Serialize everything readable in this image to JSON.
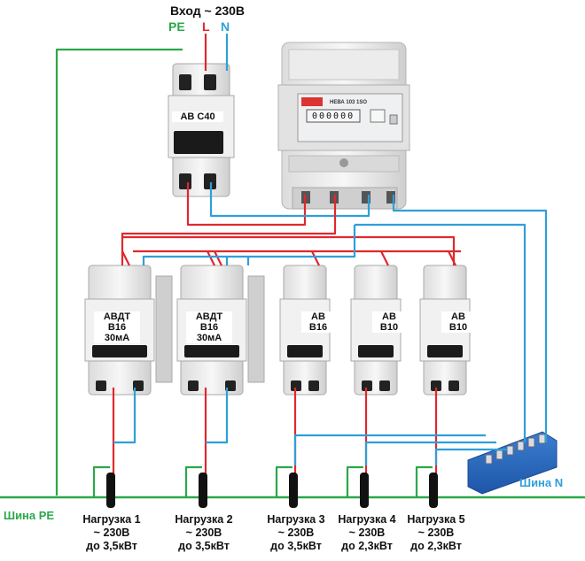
{
  "header": {
    "title": "Вход ~ 230В",
    "pe": "PE",
    "l": "L",
    "n": "N"
  },
  "main_breaker": {
    "label": "АВ С40"
  },
  "meter": {
    "brand": "НЕВА 103 1SO",
    "reading": "000000"
  },
  "breakers": [
    {
      "line1": "АВДТ",
      "line2": "В16",
      "line3": "30мА"
    },
    {
      "line1": "АВДТ",
      "line2": "В16",
      "line3": "30мА"
    },
    {
      "line1": "АВ",
      "line2": "В16",
      "line3": ""
    },
    {
      "line1": "АВ",
      "line2": "В10",
      "line3": ""
    },
    {
      "line1": "АВ",
      "line2": "В10",
      "line3": ""
    }
  ],
  "loads": [
    {
      "name": "Нагрузка 1",
      "voltage": "~ 230В",
      "power": "до 3,5кВт"
    },
    {
      "name": "Нагрузка 2",
      "voltage": "~ 230В",
      "power": "до 3,5кВт"
    },
    {
      "name": "Нагрузка 3",
      "voltage": "~ 230В",
      "power": "до 3,5кВт"
    },
    {
      "name": "Нагрузка 4",
      "voltage": "~ 230В",
      "power": "до 2,3кВт"
    },
    {
      "name": "Нагрузка 5",
      "voltage": "~ 230В",
      "power": "до 2,3кВт"
    }
  ],
  "buses": {
    "pe": "Шина PE",
    "n": "Шина N"
  },
  "colors": {
    "phase": "#e0282d",
    "neutral": "#2f9fd8",
    "earth": "#2aa84a",
    "cable": "#111111"
  }
}
